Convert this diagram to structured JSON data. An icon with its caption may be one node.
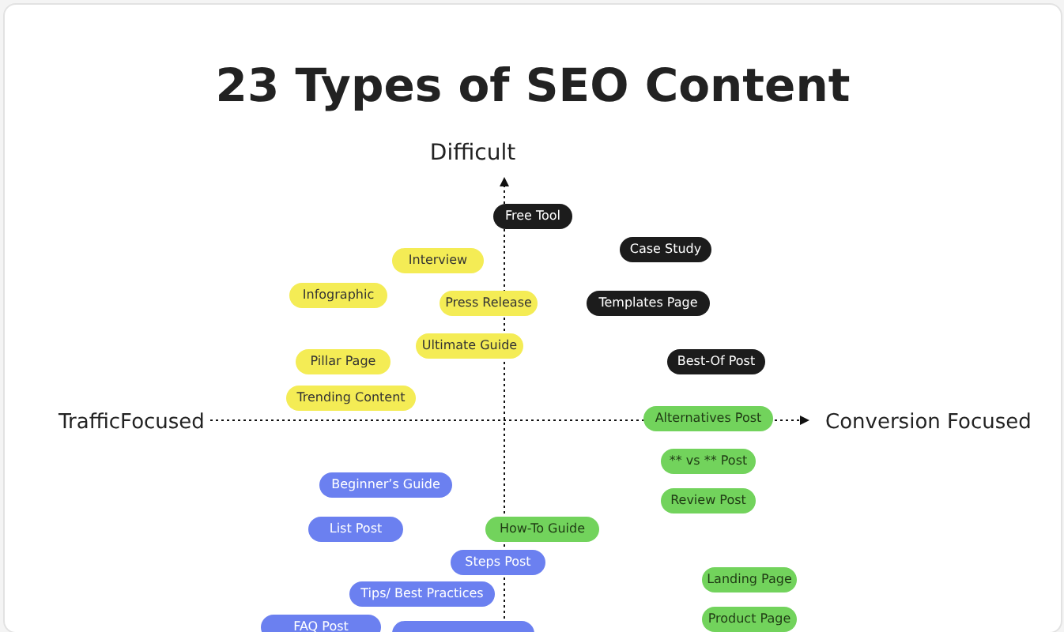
{
  "diagram": {
    "title": "23 Types of SEO Content",
    "nodes": [
      {
        "text": [
          "Free Tool"
        ]
      },
      {
        "text": [
          "Interview"
        ]
      },
      {
        "text": [
          "Case Study"
        ]
      },
      {
        "text": [
          "Infographic"
        ]
      },
      {
        "text": [
          "Press Release"
        ]
      },
      {
        "text": [
          "Templates Page"
        ]
      },
      {
        "text": [
          "Ultimate Guide"
        ]
      },
      {
        "text": [
          "Pillar Page"
        ]
      },
      {
        "text": [
          "Best-Of Post"
        ]
      },
      {
        "text": [
          "Trending Content"
        ]
      },
      {
        "text": [
          "Alternatives Post"
        ]
      },
      {
        "text": [
          "** vs ** Post"
        ]
      },
      {
        "text": [
          "Beginner’s Guide"
        ]
      },
      {
        "text": [
          "Review Post"
        ]
      },
      {
        "text": [
          "List Post"
        ]
      },
      {
        "text": [
          "How-To Guide"
        ]
      },
      {
        "text": [
          "Steps Post"
        ]
      },
      {
        "text": [
          "Landing Page"
        ]
      },
      {
        "text": [
          "Tips/ Best Practices"
        ]
      },
      {
        "text": [
          "Product Page"
        ]
      },
      {
        "text": [
          "FAQ Post"
        ]
      },
      {
        "text": [],
        "shape": "box"
      }
    ],
    "edges": [],
    "labels": [
      "Difficult",
      "TrafficFocused",
      "Conversion Focused"
    ]
  }
}
